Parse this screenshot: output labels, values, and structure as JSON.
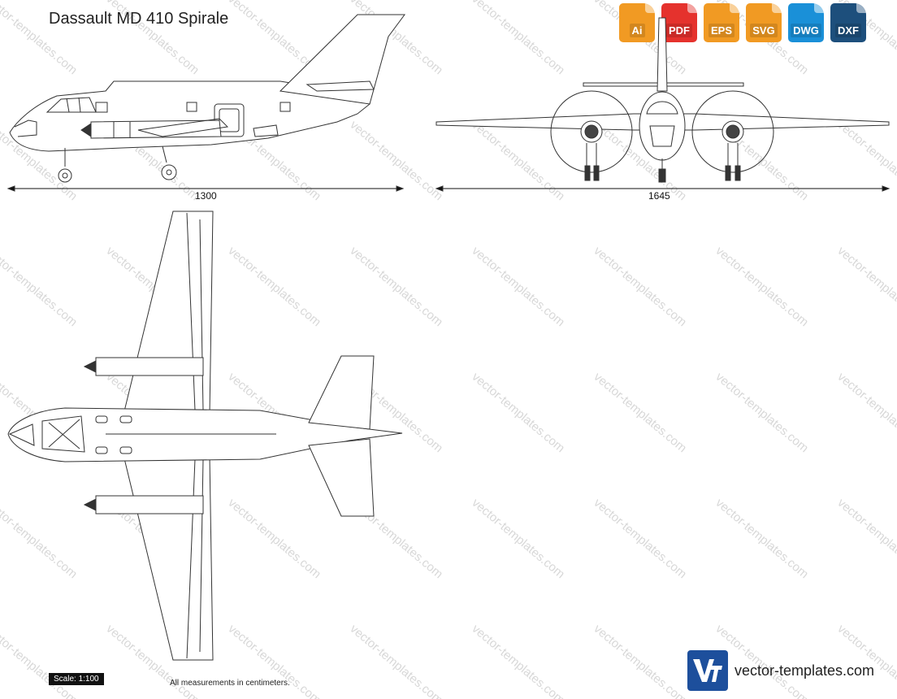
{
  "title": "Dassault MD 410 Spirale",
  "formats": [
    {
      "label": "Ai",
      "color": "#f19a23"
    },
    {
      "label": "PDF",
      "color": "#e5322d"
    },
    {
      "label": "EPS",
      "color": "#f19a23"
    },
    {
      "label": "SVG",
      "color": "#f19a23"
    },
    {
      "label": "DWG",
      "color": "#1a90d8"
    },
    {
      "label": "DXF",
      "color": "#1d4f7c"
    }
  ],
  "dimensions": {
    "side_length": "1300",
    "front_span": "1645"
  },
  "watermark_text": "vector-templates.com",
  "scale_label": "Scale: 1:100",
  "measurement_note": "All measurements in centimeters.",
  "brand": {
    "logo_text": "VT",
    "site": "vector-templates.com",
    "color": "#1d4f9c"
  }
}
